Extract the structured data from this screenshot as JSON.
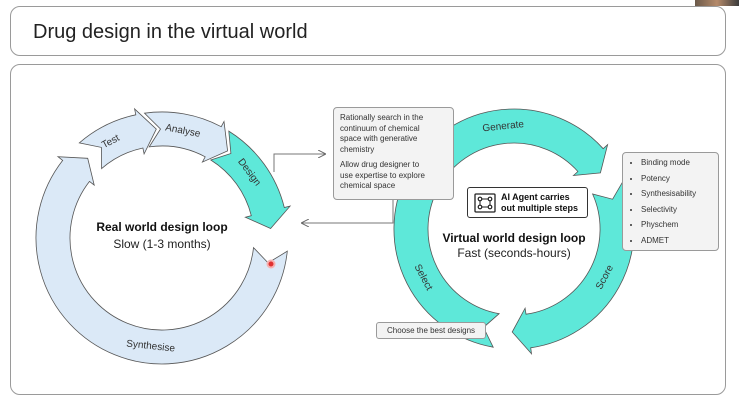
{
  "title": "Drug design in the virtual world",
  "real_loop": {
    "title": "Real world design loop",
    "subtitle": "Slow (1-3 months)",
    "segments": [
      "Test",
      "Analyse",
      "Design",
      "Synthesise"
    ]
  },
  "virtual_loop": {
    "title": "Virtual world design loop",
    "subtitle": "Fast (seconds-hours)",
    "segments": [
      "Generate",
      "Score",
      "Select"
    ]
  },
  "design_callout": {
    "para1": "Rationally search in the continuum of chemical space with generative chemistry",
    "para2": "Allow drug designer to use expertise to explore chemical space",
    "lines1": [
      "Rationally search in the",
      "continuum of chemical",
      "space with generative",
      "chemistry"
    ],
    "lines2": [
      "Allow drug designer to",
      "use expertise to explore",
      "chemical space"
    ]
  },
  "score_list": [
    "Binding mode",
    "Potency",
    "Synthesisability",
    "Selectivity",
    "Physchem",
    "ADMET"
  ],
  "agent": {
    "lines": [
      "AI Agent carries",
      "out multiple steps"
    ],
    "icon": "agent-network-icon"
  },
  "choose": "Choose the best designs",
  "colors": {
    "real_loop_fill": "#dbe9f7",
    "highlight_fill": "#5ee8d9",
    "outline": "#555555",
    "cursor": "#e03030"
  }
}
